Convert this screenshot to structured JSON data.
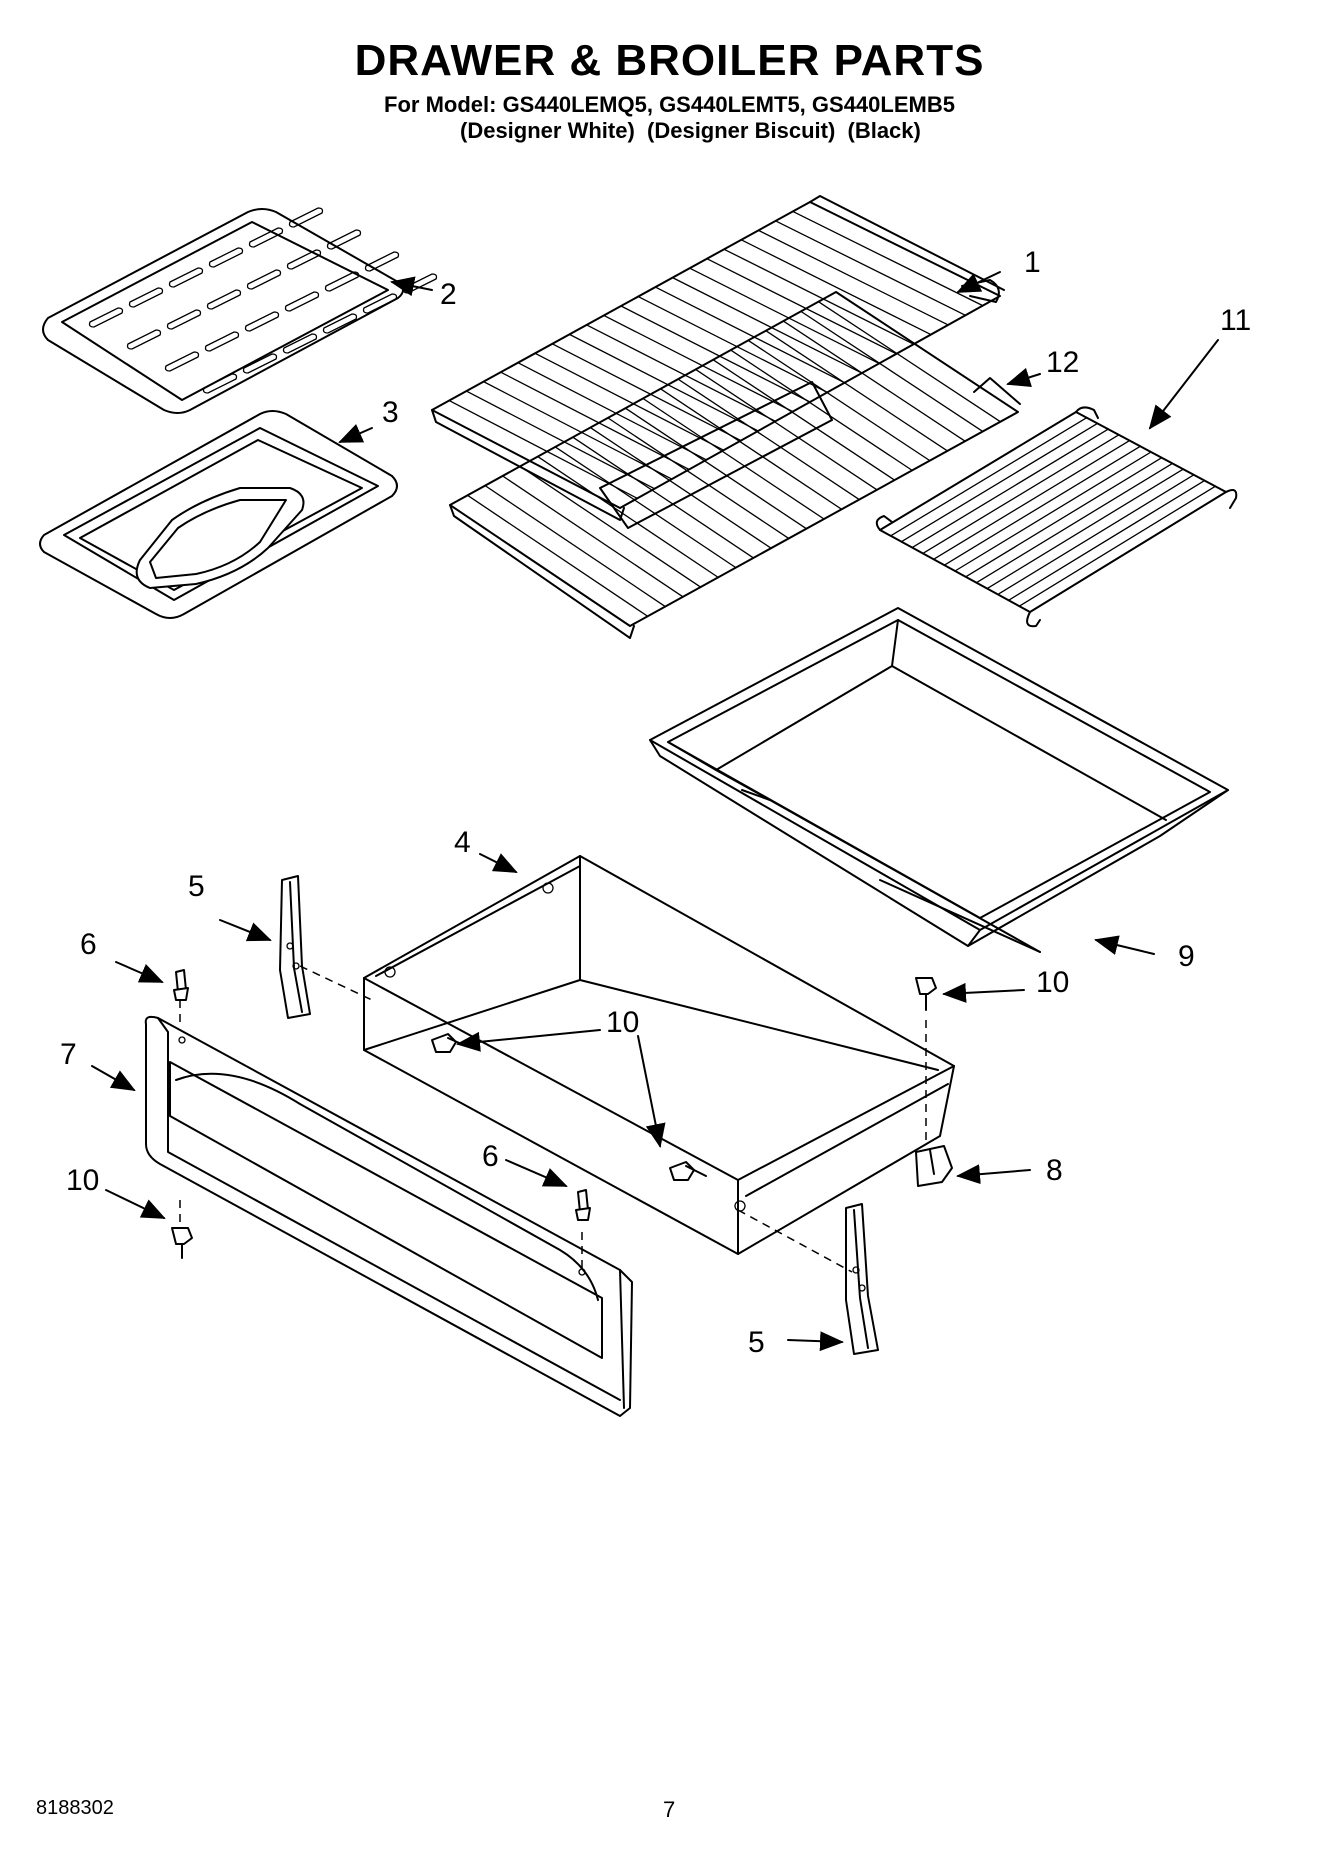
{
  "header": {
    "title": "DRAWER & BROILER PARTS",
    "model_line": "For Model: GS440LEMQ5, GS440LEMT5, GS440LEMB5",
    "color_line": "(Designer White)  (Designer Biscuit)  (Black)"
  },
  "callouts": {
    "c1": "1",
    "c2": "2",
    "c3": "3",
    "c4": "4",
    "c5a": "5",
    "c5b": "5",
    "c6a": "6",
    "c6b": "6",
    "c7": "7",
    "c8": "8",
    "c9": "9",
    "c10a": "10",
    "c10b": "10",
    "c10c": "10",
    "c11": "11",
    "c12": "12"
  },
  "footer": {
    "doc_number": "8188302",
    "page_number": "7"
  }
}
